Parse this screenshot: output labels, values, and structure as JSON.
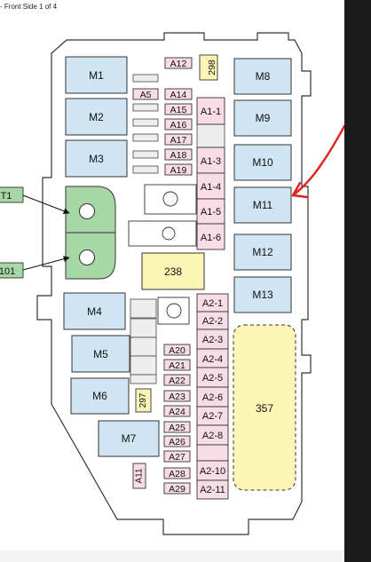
{
  "header": {
    "text": "- Front Side  1 of 4"
  },
  "colors": {
    "relay": "#cfe5f3",
    "fuse": "#f8dce6",
    "connector": "#fbf6b5",
    "terminal": "#a7d6a7",
    "small": "#ededed",
    "outline": "#333333",
    "annotation": "#e0221e"
  },
  "relays": [
    {
      "label": "M1"
    },
    {
      "label": "M2"
    },
    {
      "label": "M3"
    },
    {
      "label": "M8"
    },
    {
      "label": "M9"
    },
    {
      "label": "M10"
    },
    {
      "label": "M11"
    },
    {
      "label": "M12"
    },
    {
      "label": "M13"
    },
    {
      "label": "M4"
    },
    {
      "label": "M5"
    },
    {
      "label": "M6"
    },
    {
      "label": "M7"
    }
  ],
  "small_fuses": [
    "A12",
    "A5",
    "A14",
    "A15",
    "A16",
    "A17",
    "A18",
    "A19",
    "A20",
    "A21",
    "A22",
    "A23",
    "A24",
    "A25",
    "A26",
    "A27",
    "A28",
    "A29"
  ],
  "big_fuses": [
    "A1-1",
    "A1-3",
    "A1-4",
    "A1-5",
    "A1-6",
    "A2-1",
    "A2-2",
    "A2-3",
    "A2-4",
    "A2-5",
    "A2-6",
    "A2-7",
    "A2-8",
    "A2-10",
    "A2-11"
  ],
  "connectors": {
    "c298": "298",
    "c238": "238",
    "c297": "297",
    "c357": "357"
  },
  "vertical_labels": {
    "a11": "A11"
  },
  "terminals": [
    {
      "label": "T1"
    },
    {
      "label": "101"
    }
  ]
}
